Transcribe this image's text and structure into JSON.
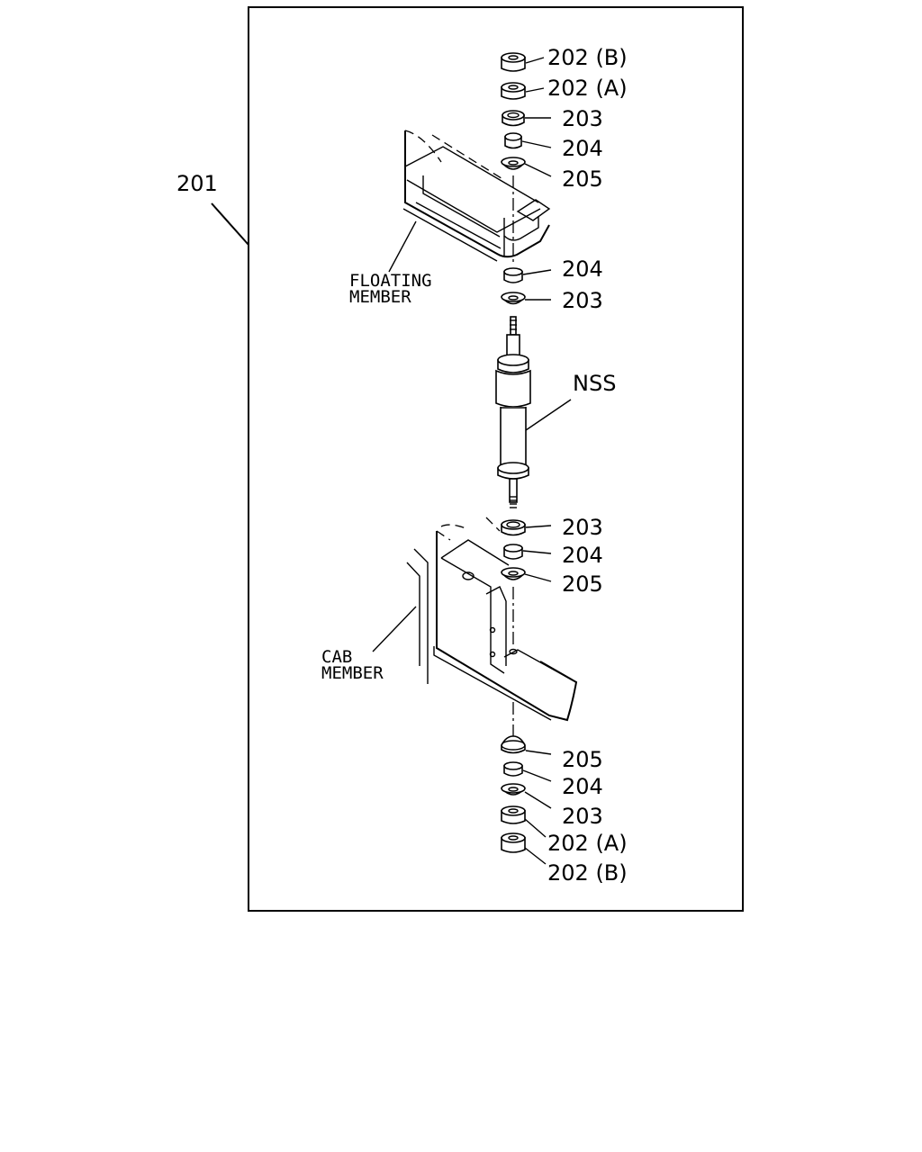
{
  "diagram": {
    "assembly_ref": "201",
    "floating_member_label": [
      "FLOATING",
      "MEMBER"
    ],
    "cab_member_label": [
      "CAB",
      "MEMBER"
    ],
    "shock_label": "NSS",
    "callouts_top": [
      "202 (B)",
      "202 (A)",
      "203",
      "204",
      "205"
    ],
    "callouts_upper_mid": [
      "204",
      "203"
    ],
    "callouts_lower_mid": [
      "203",
      "204",
      "205"
    ],
    "callouts_bottom": [
      "205",
      "204",
      "203",
      "202 (A)",
      "202 (B)"
    ]
  }
}
